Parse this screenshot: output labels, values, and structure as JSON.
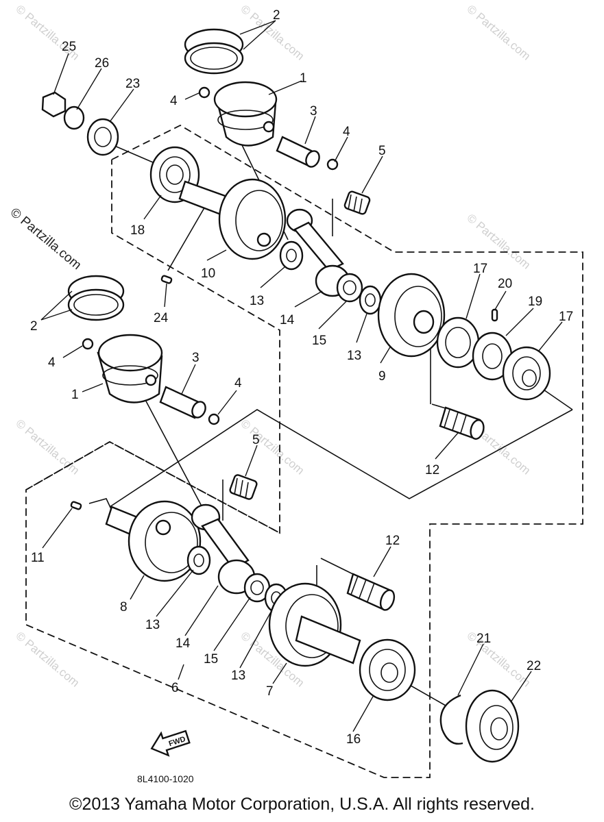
{
  "diagram": {
    "watermark": "© Partzilla.com",
    "drawing_code": "8L4100-1020",
    "fwd_label": "FWD",
    "callouts": {
      "c1a": "1",
      "c1b": "1",
      "c2a": "2",
      "c2b": "2",
      "c3a": "3",
      "c3b": "3",
      "c4a": "4",
      "c4b": "4",
      "c4c": "4",
      "c4d": "4",
      "c5a": "5",
      "c5b": "5",
      "c6": "6",
      "c7": "7",
      "c8": "8",
      "c9": "9",
      "c10": "10",
      "c11": "11",
      "c12a": "12",
      "c12b": "12",
      "c13a": "13",
      "c13b": "13",
      "c13c": "13",
      "c13d": "13",
      "c14a": "14",
      "c14b": "14",
      "c15a": "15",
      "c15b": "15",
      "c16": "16",
      "c17a": "17",
      "c17b": "17",
      "c18": "18",
      "c19": "19",
      "c20": "20",
      "c21": "21",
      "c22": "22",
      "c23": "23",
      "c24": "24",
      "c25": "25",
      "c26": "26"
    }
  },
  "footer": {
    "copyright": "©2013  Yamaha Motor Corporation, U.S.A. All rights reserved."
  }
}
